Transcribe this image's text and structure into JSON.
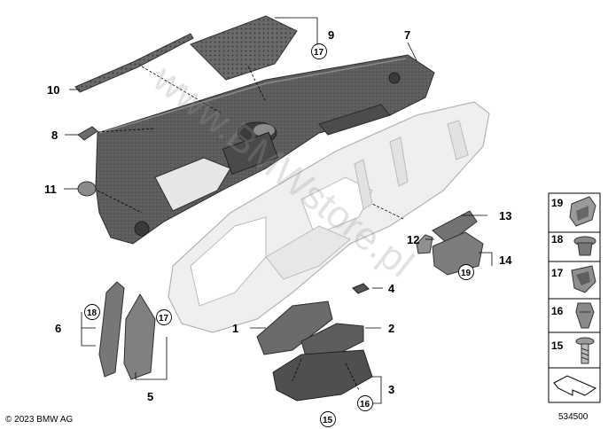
{
  "callouts": {
    "c1": "1",
    "c2": "2",
    "c3": "3",
    "c4": "4",
    "c5": "5",
    "c6": "6",
    "c7": "7",
    "c8": "8",
    "c9": "9",
    "c10": "10",
    "c11": "11",
    "c12": "12",
    "c13": "13",
    "c14": "14"
  },
  "circled_refs": {
    "r17_top": "17",
    "r18_left": "18",
    "r17_left": "17",
    "r19_right": "19",
    "r16_bottom": "16",
    "r15_bottom": "15"
  },
  "side_panel": {
    "items": [
      {
        "label": "19",
        "icon": "tab-clip-icon"
      },
      {
        "label": "18",
        "icon": "push-rivet-icon"
      },
      {
        "label": "17",
        "icon": "spring-clip-icon"
      },
      {
        "label": "16",
        "icon": "plastic-clip-icon"
      },
      {
        "label": "15",
        "icon": "screw-icon"
      }
    ],
    "bottom_icon": "arrow-symbol-icon"
  },
  "footer": {
    "copyright": "© 2023 BMW AG",
    "diagram_number": "534500"
  },
  "watermark": "www.BMWstore.pl"
}
